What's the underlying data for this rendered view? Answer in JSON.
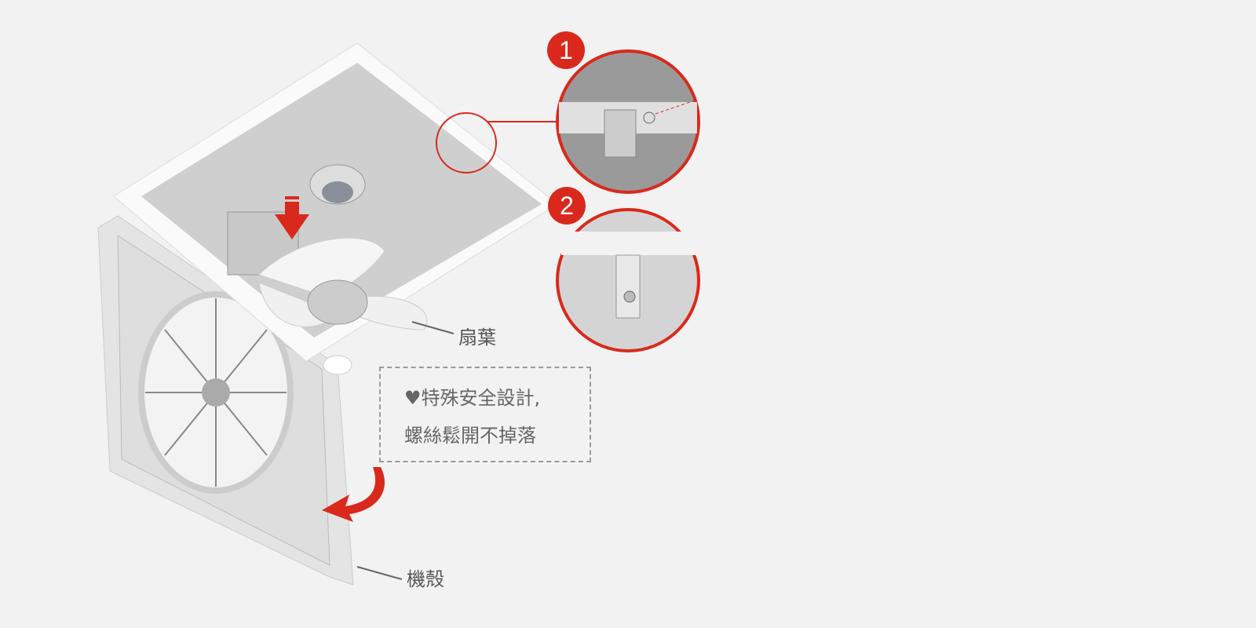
{
  "labels": {
    "fan_blade": "扇葉",
    "housing": "機殼"
  },
  "note": {
    "icon": "heart-icon",
    "heart": "♥",
    "line1": "特殊安全設計,",
    "line2": "螺絲鬆開不掉落"
  },
  "callouts": [
    {
      "number": "1"
    },
    {
      "number": "2"
    }
  ],
  "colors": {
    "accent": "#d9291c",
    "background": "#f2f2f2",
    "text": "#555555"
  }
}
